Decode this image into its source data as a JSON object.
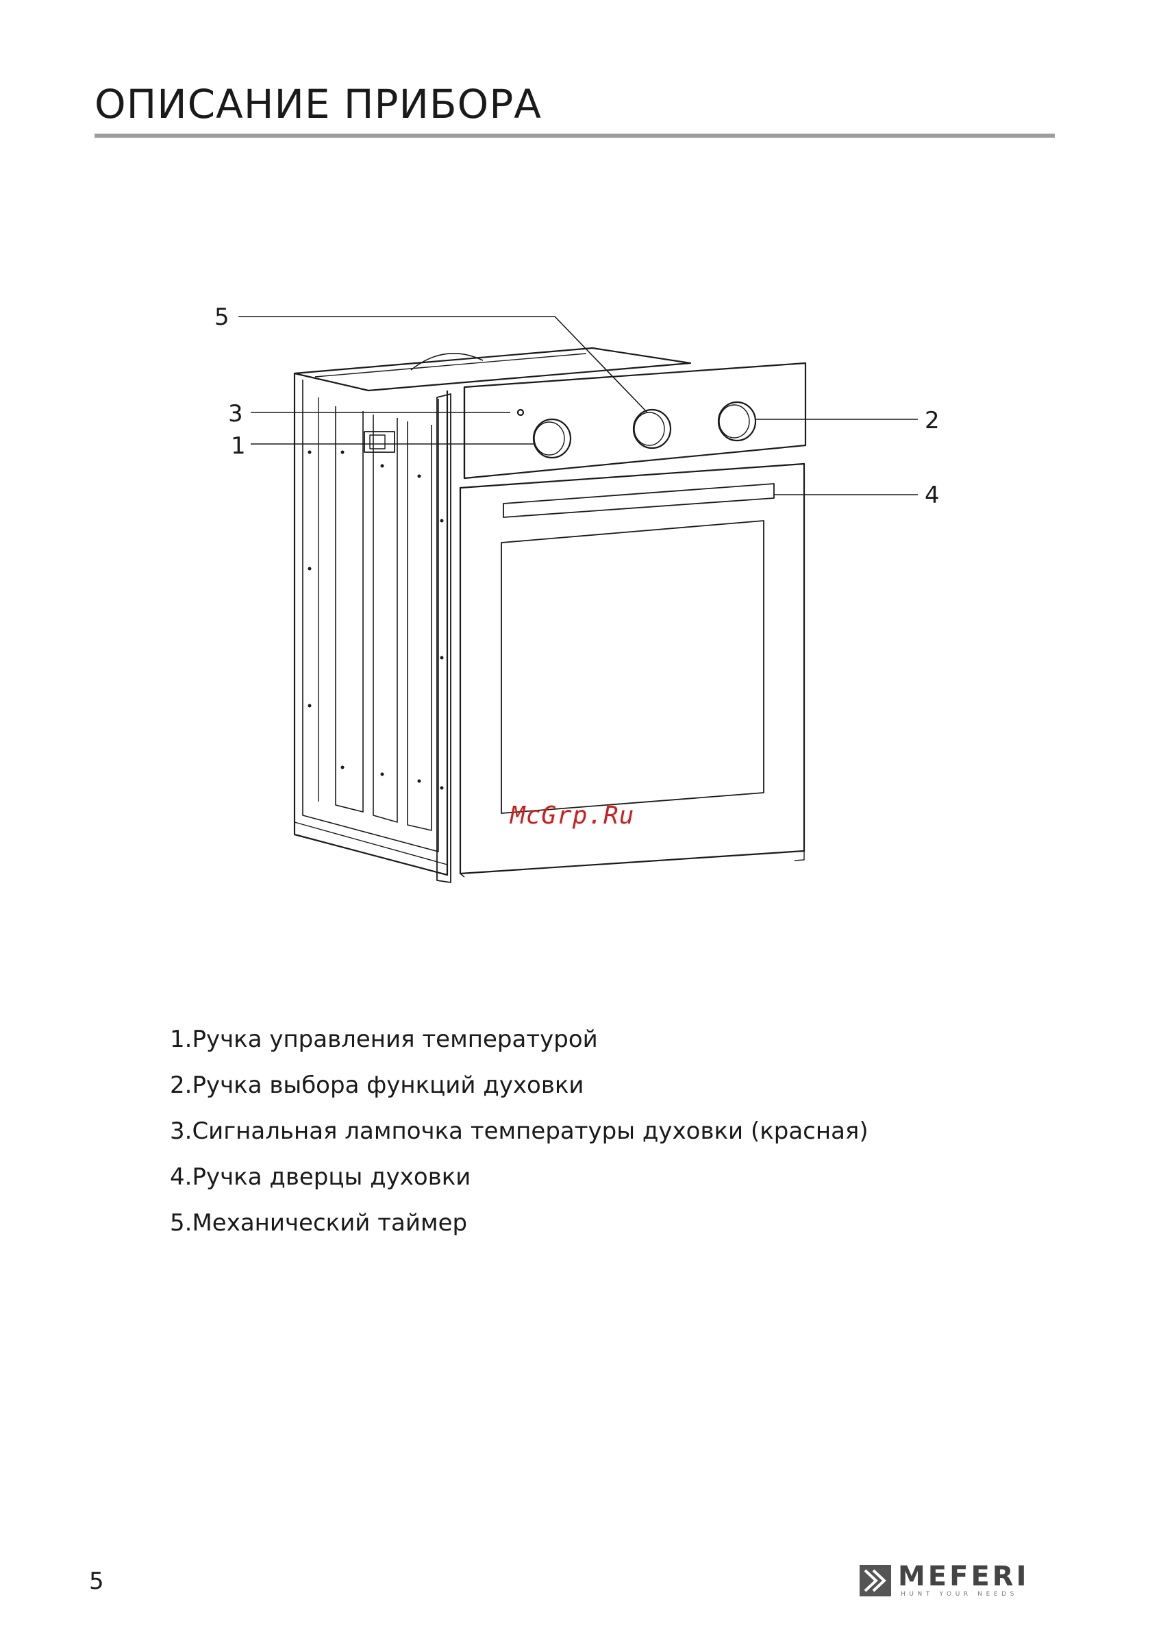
{
  "header": {
    "title": "ОПИСАНИЕ ПРИБОРА"
  },
  "diagram": {
    "callouts": [
      "5",
      "3",
      "1",
      "2",
      "4"
    ]
  },
  "watermark": "McGrp.Ru",
  "legend": [
    "1.Ручка управления температурой",
    "2.Ручка выбора функций духовки",
    "3.Сигнальная лампочка температуры духовки (красная)",
    "4.Ручка дверцы духовки",
    "5.Механический таймер"
  ],
  "footer": {
    "page_number": "5",
    "brand": "MEFERI",
    "tagline": "HUNT YOUR NEEDS"
  }
}
